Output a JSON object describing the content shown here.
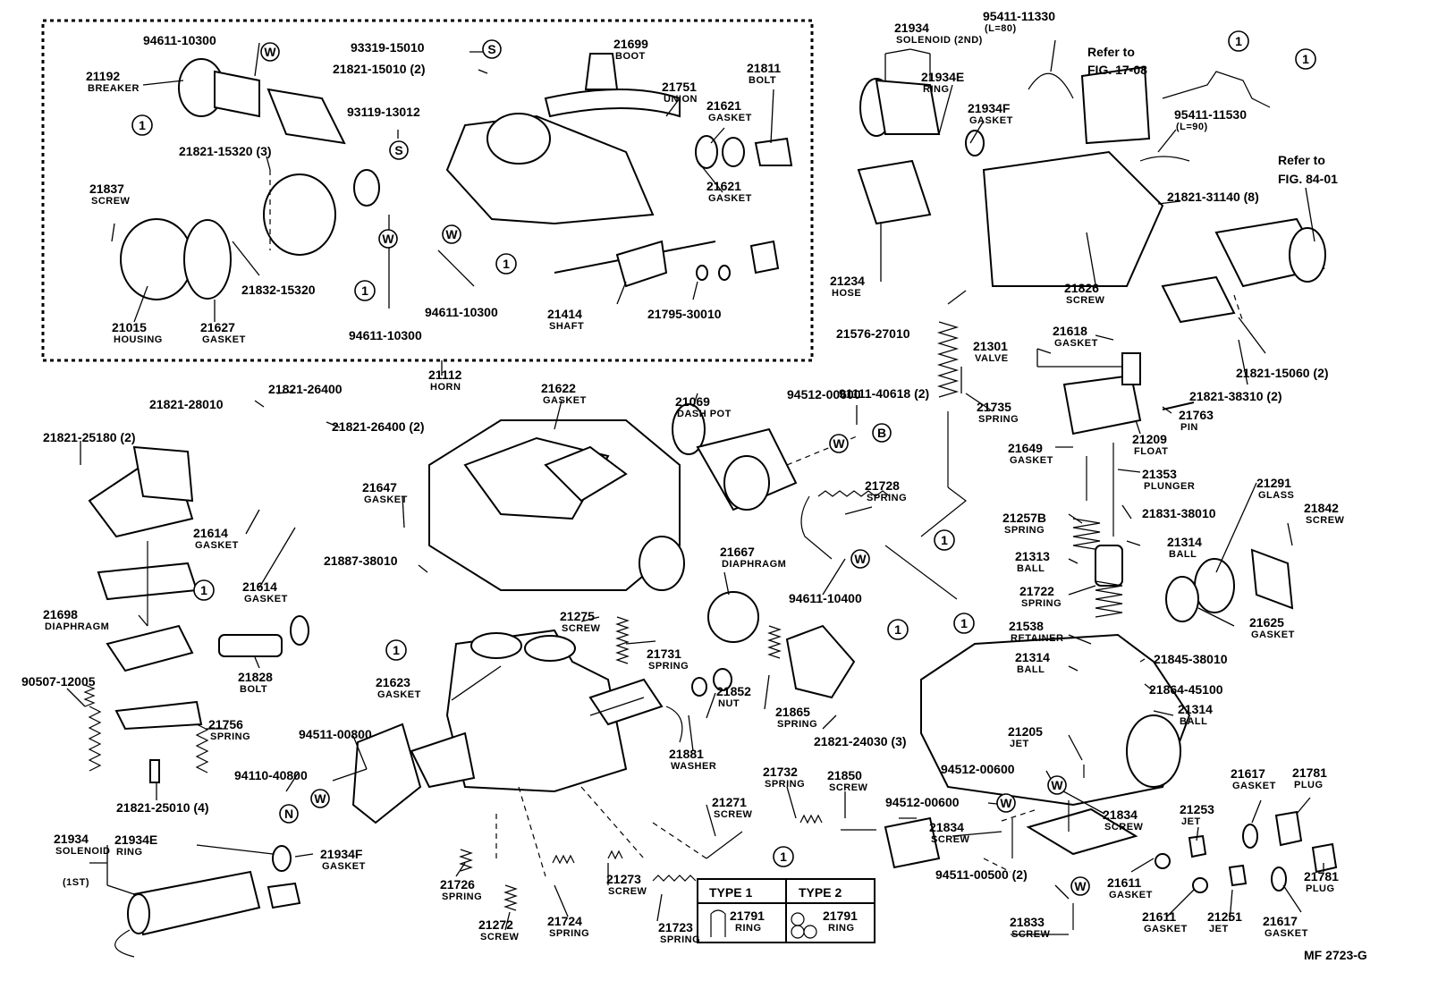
{
  "figure_code": "MF  2723-G",
  "horn_group": {
    "part_no": "21112",
    "name": "HORN"
  },
  "labels": [
    {
      "part_no": "94611-10300"
    },
    {
      "part_no": "21192",
      "name": "BREAKER"
    },
    {
      "part_no": "21821-15320 (3)"
    },
    {
      "part_no": "21837",
      "name": "SCREW"
    },
    {
      "part_no": "21832-15320"
    },
    {
      "part_no": "21015",
      "name": "HOUSING"
    },
    {
      "part_no": "21627",
      "name": "GASKET"
    },
    {
      "part_no": "93319-15010"
    },
    {
      "part_no": "21821-15010 (2)"
    },
    {
      "part_no": "93119-13012"
    },
    {
      "part_no": "94611-10300"
    },
    {
      "part_no": "94611-10300"
    },
    {
      "part_no": "21699",
      "name": "BOOT"
    },
    {
      "part_no": "21751",
      "name": "UNION"
    },
    {
      "part_no": "21621",
      "name": "GASKET"
    },
    {
      "part_no": "21811",
      "name": "BOLT"
    },
    {
      "part_no": "21621",
      "name": "GASKET"
    },
    {
      "part_no": "21414",
      "name": "SHAFT"
    },
    {
      "part_no": "21795-30010"
    },
    {
      "part_no": "21934",
      "name": "SOLENOID (2ND)"
    },
    {
      "part_no": "21934E",
      "name": "RING"
    },
    {
      "part_no": "21934F",
      "name": "GASKET"
    },
    {
      "part_no": "95411-11330",
      "name": "(L=80)"
    },
    {
      "part_no": "95411-11530",
      "name": "(L=90)"
    },
    {
      "part_no": "21821-31140 (8)"
    },
    {
      "part_no": "21234",
      "name": "HOSE"
    },
    {
      "part_no": "21826",
      "name": "SCREW"
    },
    {
      "part_no": "21576-27010"
    },
    {
      "part_no": "21821-15060 (2)"
    },
    {
      "part_no": "21821-38310 (2)"
    },
    {
      "part_no": "21618",
      "name": "GASKET"
    },
    {
      "part_no": "21301",
      "name": "VALVE"
    },
    {
      "part_no": "21763",
      "name": "PIN"
    },
    {
      "part_no": "21209",
      "name": "FLOAT"
    },
    {
      "part_no": "21735",
      "name": "SPRING"
    },
    {
      "part_no": "91111-40618 (2)"
    },
    {
      "part_no": "94512-00600"
    },
    {
      "part_no": "21069",
      "name": "DASH POT"
    },
    {
      "part_no": "21622",
      "name": "GASKET"
    },
    {
      "part_no": "21821-26400"
    },
    {
      "part_no": "21821-28010"
    },
    {
      "part_no": "21821-26400 (2)"
    },
    {
      "part_no": "21821-25180 (2)"
    },
    {
      "part_no": "21647",
      "name": "GASKET"
    },
    {
      "part_no": "21614",
      "name": "GASKET"
    },
    {
      "part_no": "21614",
      "name": "GASKET"
    },
    {
      "part_no": "21887-38010"
    },
    {
      "part_no": "21698",
      "name": "DIAPHRAGM"
    },
    {
      "part_no": "21828",
      "name": "BOLT"
    },
    {
      "part_no": "90507-12005"
    },
    {
      "part_no": "21756",
      "name": "SPRING"
    },
    {
      "part_no": "21821-25010 (4)"
    },
    {
      "part_no": "21728",
      "name": "SPRING"
    },
    {
      "part_no": "21667",
      "name": "DIAPHRAGM"
    },
    {
      "part_no": "94611-10400"
    },
    {
      "part_no": "21275",
      "name": "SCREW"
    },
    {
      "part_no": "21731",
      "name": "SPRING"
    },
    {
      "part_no": "21623",
      "name": "GASKET"
    },
    {
      "part_no": "21852",
      "name": "NUT"
    },
    {
      "part_no": "21865",
      "name": "SPRING"
    },
    {
      "part_no": "21821-24030 (3)"
    },
    {
      "part_no": "94511-00800"
    },
    {
      "part_no": "94110-40800"
    },
    {
      "part_no": "21881",
      "name": "WASHER"
    },
    {
      "part_no": "21732",
      "name": "SPRING"
    },
    {
      "part_no": "21850",
      "name": "SCREW"
    },
    {
      "part_no": "21271",
      "name": "SCREW"
    },
    {
      "part_no": "21649",
      "name": "GASKET"
    },
    {
      "part_no": "21353",
      "name": "PLUNGER"
    },
    {
      "part_no": "21291",
      "name": "GLASS"
    },
    {
      "part_no": "21257B",
      "name": "SPRING"
    },
    {
      "part_no": "21831-38010"
    },
    {
      "part_no": "21842",
      "name": "SCREW"
    },
    {
      "part_no": "21313",
      "name": "BALL"
    },
    {
      "part_no": "21314",
      "name": "BALL"
    },
    {
      "part_no": "21722",
      "name": "SPRING"
    },
    {
      "part_no": "21625",
      "name": "GASKET"
    },
    {
      "part_no": "21538",
      "name": "RETAINER"
    },
    {
      "part_no": "21845-38010"
    },
    {
      "part_no": "21314",
      "name": "BALL"
    },
    {
      "part_no": "21864-45100"
    },
    {
      "part_no": "21314",
      "name": "BALL"
    },
    {
      "part_no": "21205",
      "name": "JET"
    },
    {
      "part_no": "94512-00600"
    },
    {
      "part_no": "94512-00600"
    },
    {
      "part_no": "21834",
      "name": "SCREW"
    },
    {
      "part_no": "21834",
      "name": "SCREW"
    },
    {
      "part_no": "94511-00500 (2)"
    },
    {
      "part_no": "21833",
      "name": "SCREW"
    },
    {
      "part_no": "21617",
      "name": "GASKET"
    },
    {
      "part_no": "21781",
      "name": "PLUG"
    },
    {
      "part_no": "21253",
      "name": "JET"
    },
    {
      "part_no": "21781",
      "name": "PLUG"
    },
    {
      "part_no": "21611",
      "name": "GASKET"
    },
    {
      "part_no": "21611",
      "name": "GASKET"
    },
    {
      "part_no": "21251",
      "name": "JET"
    },
    {
      "part_no": "21617",
      "name": "GASKET"
    },
    {
      "part_no": "21934",
      "name": "SOLENOID"
    },
    {
      "part_no": "21934E",
      "name": "RING"
    },
    {
      "part_no": "21934F",
      "name": "GASKET"
    },
    {
      "part_no": "21726",
      "name": "SPRING"
    },
    {
      "part_no": "21272",
      "name": "SCREW"
    },
    {
      "part_no": "21724",
      "name": "SPRING"
    },
    {
      "part_no": "21273",
      "name": "SCREW"
    },
    {
      "part_no": "21723",
      "name": "SPRING"
    }
  ],
  "solenoid_1st_suffix": "(1ST)",
  "refer_notes": [
    {
      "line1": "Refer to",
      "line2": "FIG. 17-08"
    },
    {
      "line1": "Refer to",
      "line2": "FIG. 84-01"
    }
  ],
  "symbols": {
    "one": "1",
    "w": "W",
    "s": "S",
    "b": "B",
    "n": "N"
  },
  "type_table": {
    "headers": [
      "TYPE  1",
      "TYPE  2"
    ],
    "part_no": "21791",
    "name": "RING"
  }
}
